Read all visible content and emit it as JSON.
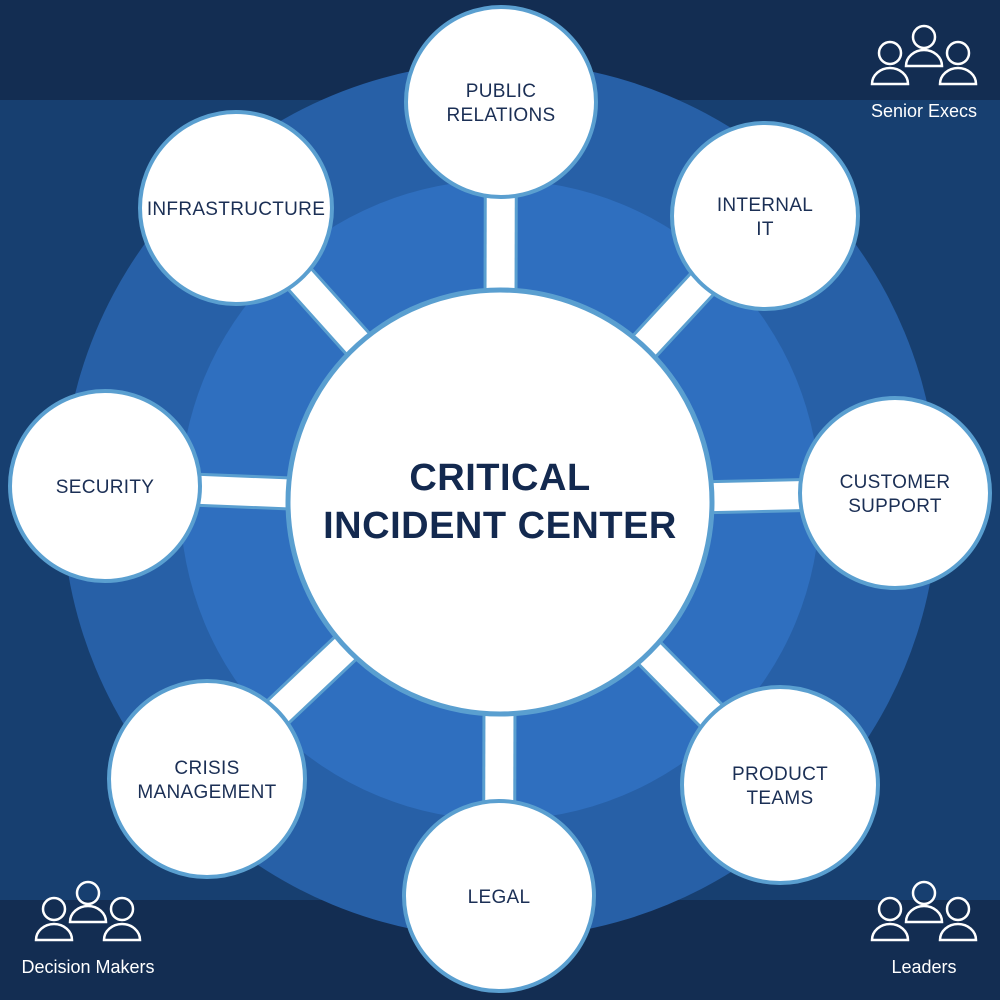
{
  "center": {
    "lines": [
      "CRITICAL",
      "INCIDENT CENTER"
    ]
  },
  "nodes": [
    {
      "id": "public-relations",
      "lines": [
        "PUBLIC",
        "RELATIONS"
      ]
    },
    {
      "id": "internal-it",
      "lines": [
        "INTERNAL",
        "IT"
      ]
    },
    {
      "id": "customer-support",
      "lines": [
        "CUSTOMER",
        "SUPPORT"
      ]
    },
    {
      "id": "product-teams",
      "lines": [
        "PRODUCT",
        "TEAMS"
      ]
    },
    {
      "id": "legal",
      "lines": [
        "LEGAL"
      ]
    },
    {
      "id": "crisis-management",
      "lines": [
        "CRISIS",
        "MANAGEMENT"
      ]
    },
    {
      "id": "security",
      "lines": [
        "SECURITY"
      ]
    },
    {
      "id": "infrastructure",
      "lines": [
        "INFRASTRUCTURE"
      ]
    }
  ],
  "groups": {
    "senior_execs": {
      "label": "Senior Execs",
      "icon": "people-icon"
    },
    "decision_makers": {
      "label": "Decision Makers",
      "icon": "people-icon"
    },
    "leaders": {
      "label": "Leaders",
      "icon": "people-icon"
    }
  },
  "colors": {
    "background_dark": "#132d52",
    "band": "#173f70",
    "outer_ring": "#2760a7",
    "inner_ring": "#2f6fbf",
    "node_fill": "#ffffff",
    "node_border": "#5a9fd0",
    "text": "#13294f"
  }
}
